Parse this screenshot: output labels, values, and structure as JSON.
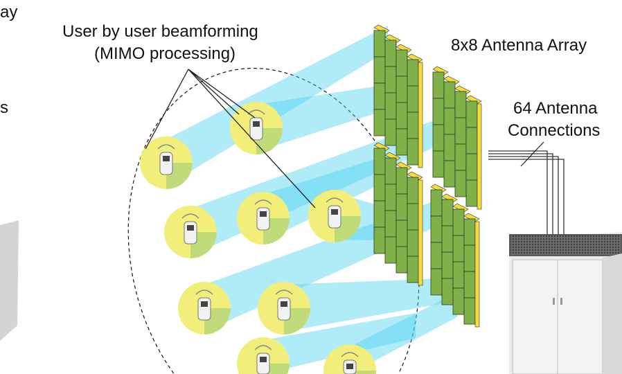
{
  "labels": {
    "cut_top_left": "ay",
    "cut_mid_left": "s",
    "beamforming_line1": "User by user beamforming",
    "beamforming_line2": "(MIMO processing)",
    "array_title": "8x8 Antenna Array",
    "connections_line1": "64 Antenna",
    "connections_line2": "Connections"
  },
  "colors": {
    "beam": "#4fd3f0",
    "user_circle": "#f2ee7a",
    "tile": "#7fb04a",
    "tile_edge": "#f5dc3a",
    "cabinet": "#e6e6e6",
    "grille": "#555555"
  }
}
